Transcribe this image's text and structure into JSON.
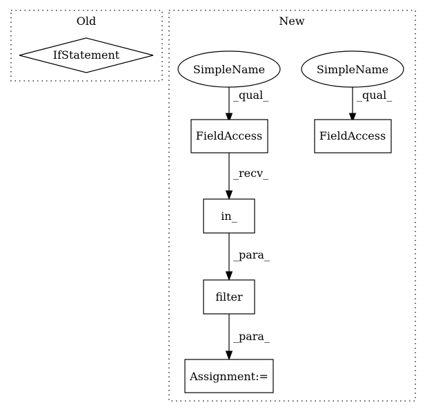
{
  "clusters": {
    "old": {
      "label": "Old"
    },
    "new": {
      "label": "New"
    }
  },
  "nodes": {
    "if_statement": {
      "label": "IfStatement",
      "shape": "diamond"
    },
    "simple_name_1": {
      "label": "SimpleName",
      "shape": "ellipse"
    },
    "simple_name_2": {
      "label": "SimpleName",
      "shape": "ellipse"
    },
    "field_access_1": {
      "label": "FieldAccess",
      "shape": "box"
    },
    "field_access_2": {
      "label": "FieldAccess",
      "shape": "box"
    },
    "in": {
      "label": "in_",
      "shape": "box"
    },
    "filter": {
      "label": "filter",
      "shape": "box"
    },
    "assignment": {
      "label": "Assignment:=",
      "shape": "box"
    }
  },
  "edges": [
    {
      "from": "simple_name_1",
      "to": "field_access_1",
      "label": "_qual_"
    },
    {
      "from": "simple_name_2",
      "to": "field_access_2",
      "label": "_qual_"
    },
    {
      "from": "field_access_1",
      "to": "in",
      "label": "_recv_"
    },
    {
      "from": "in",
      "to": "filter",
      "label": "_para_"
    },
    {
      "from": "filter",
      "to": "assignment",
      "label": "_para_"
    }
  ]
}
